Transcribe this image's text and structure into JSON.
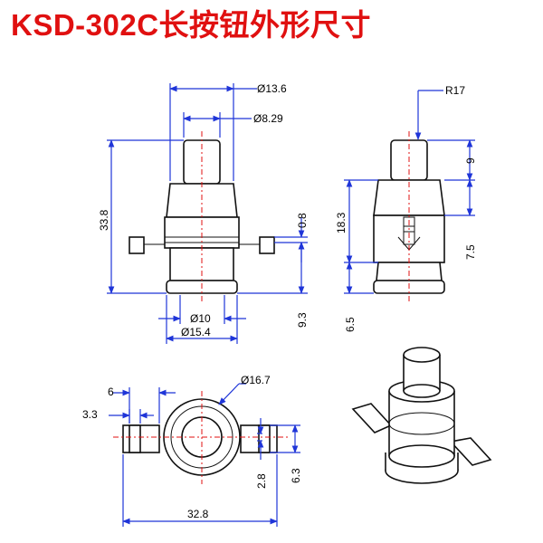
{
  "title": "KSD-302C长按钮外形尺寸",
  "colors": {
    "title": "#e01010",
    "dimension_lines": "#1f35d8",
    "centerline": "#e01010",
    "outline": "#111111"
  },
  "front_view": {
    "dim_d13_6": "Ø13.6",
    "dim_d8_29": "Ø8.29",
    "dim_33_8": "33.8",
    "dim_0_8": "0.8",
    "dim_9_3": "9.3",
    "dim_d10": "Ø10",
    "dim_d15_4": "Ø15.4"
  },
  "side_view": {
    "dim_r17": "R17",
    "dim_9": "9",
    "dim_18_3": "18.3",
    "dim_7_5": "7.5",
    "dim_6_5": "6.5"
  },
  "top_view": {
    "dim_6": "6",
    "dim_3_3": "3.3",
    "dim_d16_7": "Ø16.7",
    "dim_2_8": "2.8",
    "dim_6_3": "6.3",
    "dim_32_8": "32.8"
  }
}
